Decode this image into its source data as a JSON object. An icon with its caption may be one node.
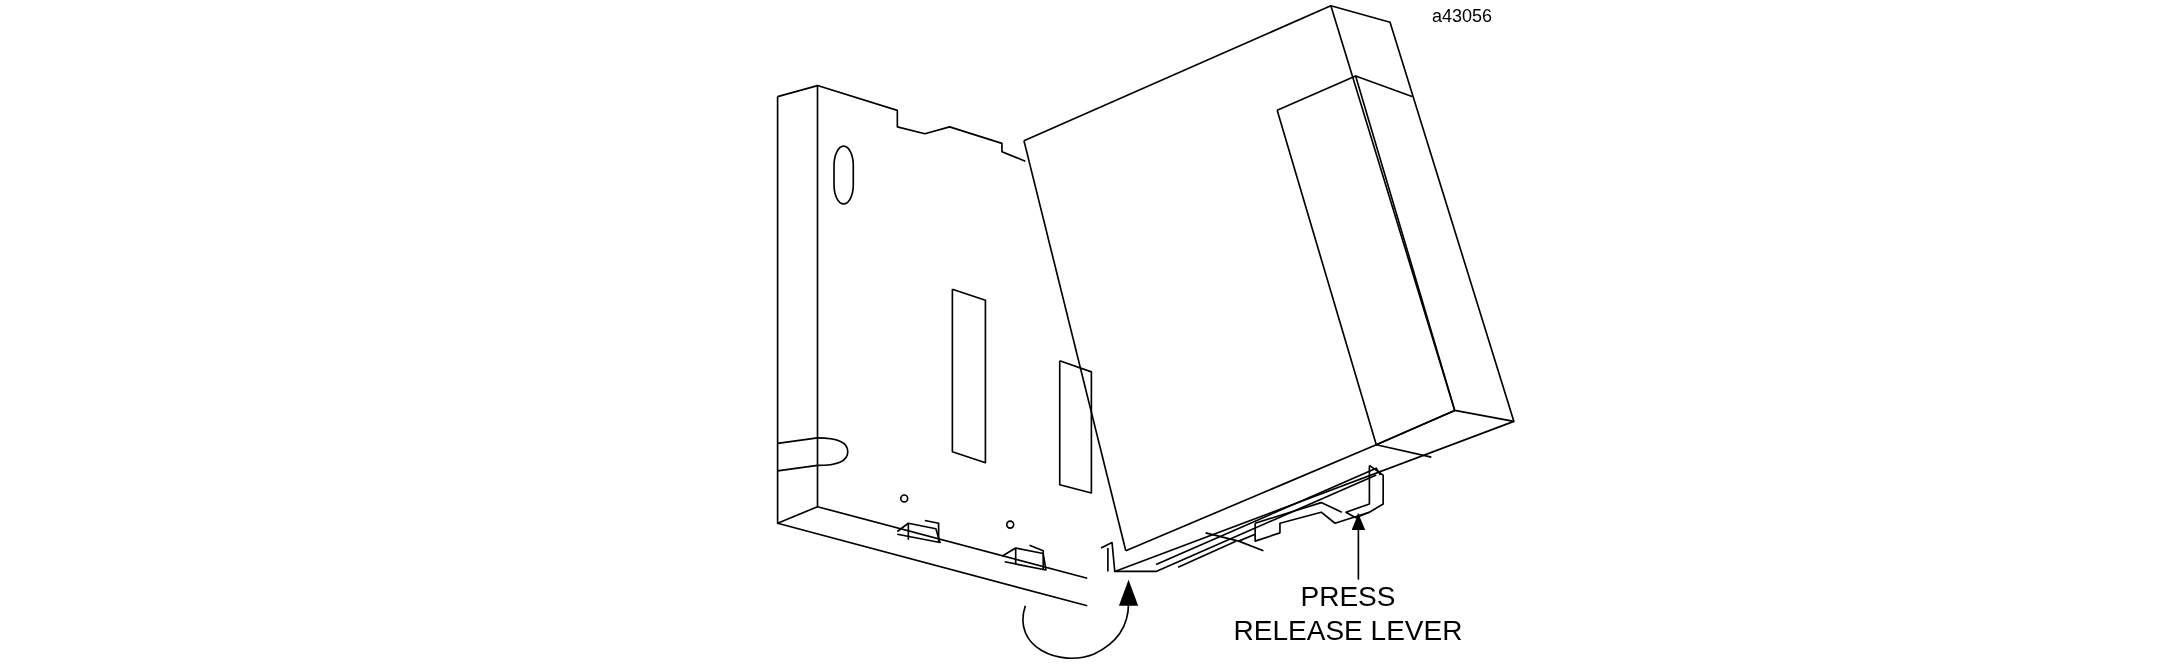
{
  "diagram": {
    "nodes": [
      {
        "text": [
          "PRESS RELEASE LEVER"
        ]
      },
      {
        "text": [],
        "shape": "picture"
      }
    ],
    "edges": [
      {
        "from": 0,
        "to": 1,
        "arrow": "to"
      }
    ],
    "labels": [
      "a43056"
    ]
  }
}
